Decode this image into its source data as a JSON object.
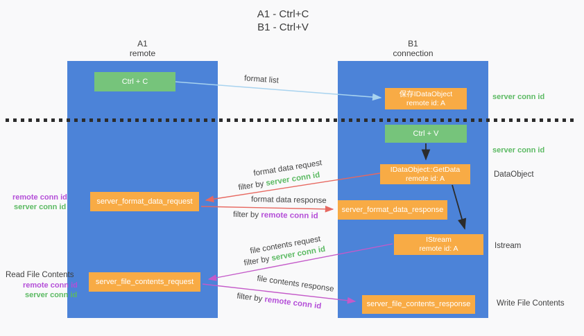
{
  "title": {
    "line1": "A1 - Ctrl+C",
    "line2": "B1 - Ctrl+V"
  },
  "lifelines": {
    "left": {
      "name": "A1",
      "sub": "remote"
    },
    "right": {
      "name": "B1",
      "sub": "connection"
    }
  },
  "boxes": {
    "ctrl_c": "Ctrl + C",
    "ctrl_v": "Ctrl + V",
    "save_idataobject": {
      "line1": "保存IDataObject",
      "line2": "remote id: A"
    },
    "getdata": {
      "line1": "IDataObject::GetData",
      "line2": "remote id: A"
    },
    "istream": {
      "line1": "IStream",
      "line2": "remote id: A"
    },
    "format_request": "server_format_data_request",
    "format_response": "server_format_data_response",
    "file_request": "server_file_contents_request",
    "file_response": "server_file_contents_response"
  },
  "arrow_labels": {
    "format_list": "format list",
    "format_data_request": "format data request",
    "format_data_response": "format data response",
    "file_contents_request": "file contents request",
    "file_contents_response": "file contents response",
    "filter_by": "filter by",
    "server_conn_id": "server conn id",
    "remote_conn_id": "remote conn id"
  },
  "side_labels": {
    "server_conn_id": "server conn id",
    "remote_conn_id": "remote conn id",
    "dataobject": "DataObject",
    "istream": "Istream",
    "read_file_contents": "Read File Contents",
    "write_file_contents": "Write File Contents"
  },
  "colors": {
    "lifeline_blue": "#4c83d8",
    "node_orange": "#f8ab45",
    "node_green": "#76c47b",
    "text_green": "#5cba63",
    "text_purple": "#b44fd8",
    "arrow_light_blue": "#a8d3ef",
    "arrow_red": "#e76860",
    "arrow_magenta": "#c45ac9",
    "arrow_black": "#2b2b2b",
    "background": "#f9f9fa"
  }
}
